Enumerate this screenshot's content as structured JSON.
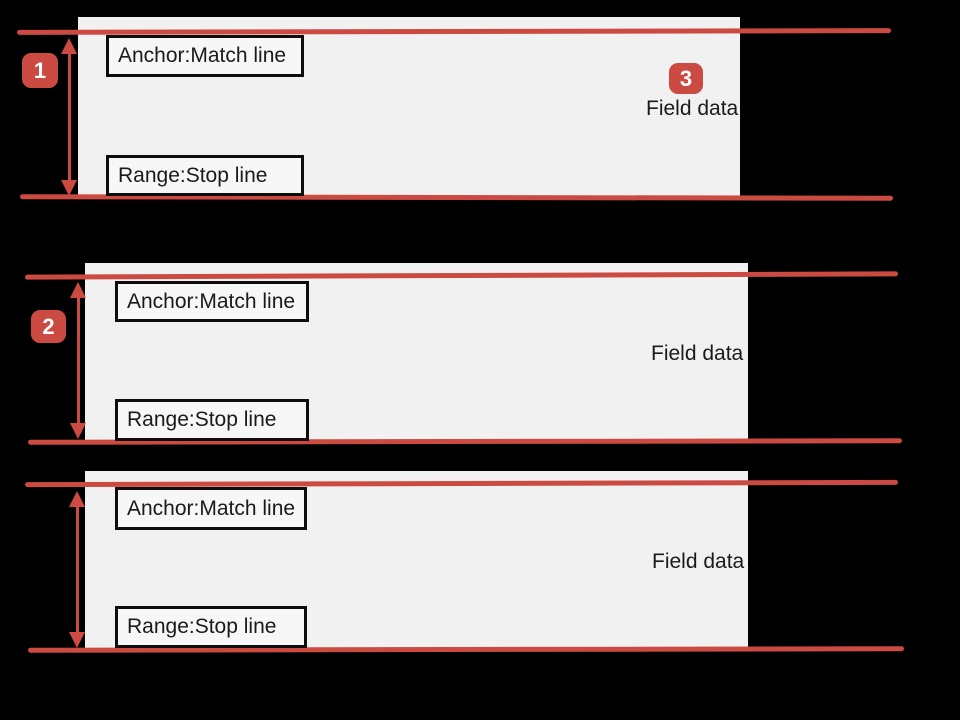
{
  "colors": {
    "background": "#000000",
    "panel": "#f1f1f1",
    "boxfill": "#f7f7f7",
    "boxborder": "#0d0d0d",
    "accent": "#cb4a42",
    "text": "#1a1a1a",
    "badgetext": "#ffffff"
  },
  "panels": [
    {
      "badge": "1",
      "anchor_label": "Anchor:Match line",
      "range_label": "Range:Stop line",
      "field_badge": "3",
      "field_label": "Field data"
    },
    {
      "badge": "2",
      "anchor_label": "Anchor:Match line",
      "range_label": "Range:Stop line",
      "field_label": "Field data"
    },
    {
      "anchor_label": "Anchor:Match line",
      "range_label": "Range:Stop line",
      "field_label": "Field data"
    }
  ]
}
